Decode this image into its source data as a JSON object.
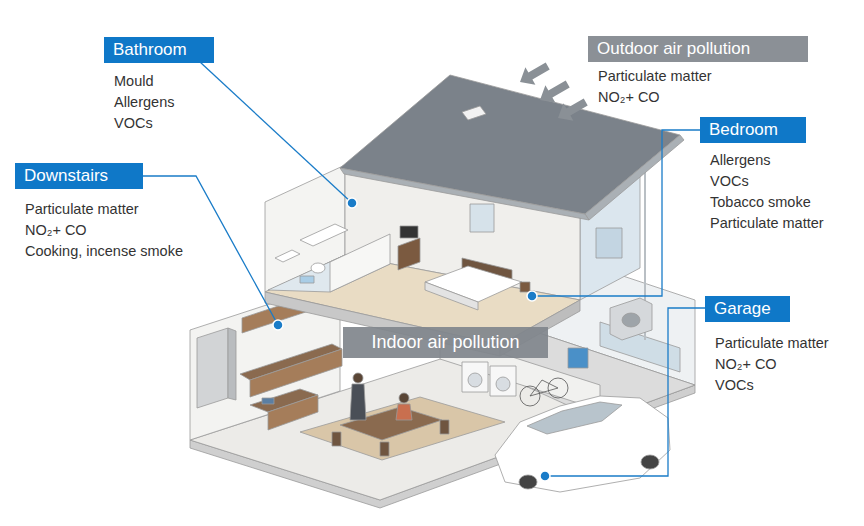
{
  "diagram": {
    "nodes": [
      {
        "text": [
          "Bathroom",
          "Mould",
          "Allergens",
          "VOCs"
        ]
      },
      {
        "text": [
          "Outdoor air pollution",
          "Particulate matter",
          "NO₂+ CO"
        ]
      },
      {
        "text": [
          "Bedroom",
          "Allergens",
          "VOCs",
          "Tobacco smoke",
          "Particulate matter"
        ]
      },
      {
        "text": [
          "Downstairs",
          "Particulate matter",
          "NO₂+ CO",
          "Cooking, incense smoke"
        ]
      },
      {
        "text": [
          "Garage",
          "Particulate matter",
          "NO₂+ CO",
          "VOCs"
        ]
      },
      {
        "text": [
          "Indoor air pollution"
        ]
      }
    ]
  }
}
